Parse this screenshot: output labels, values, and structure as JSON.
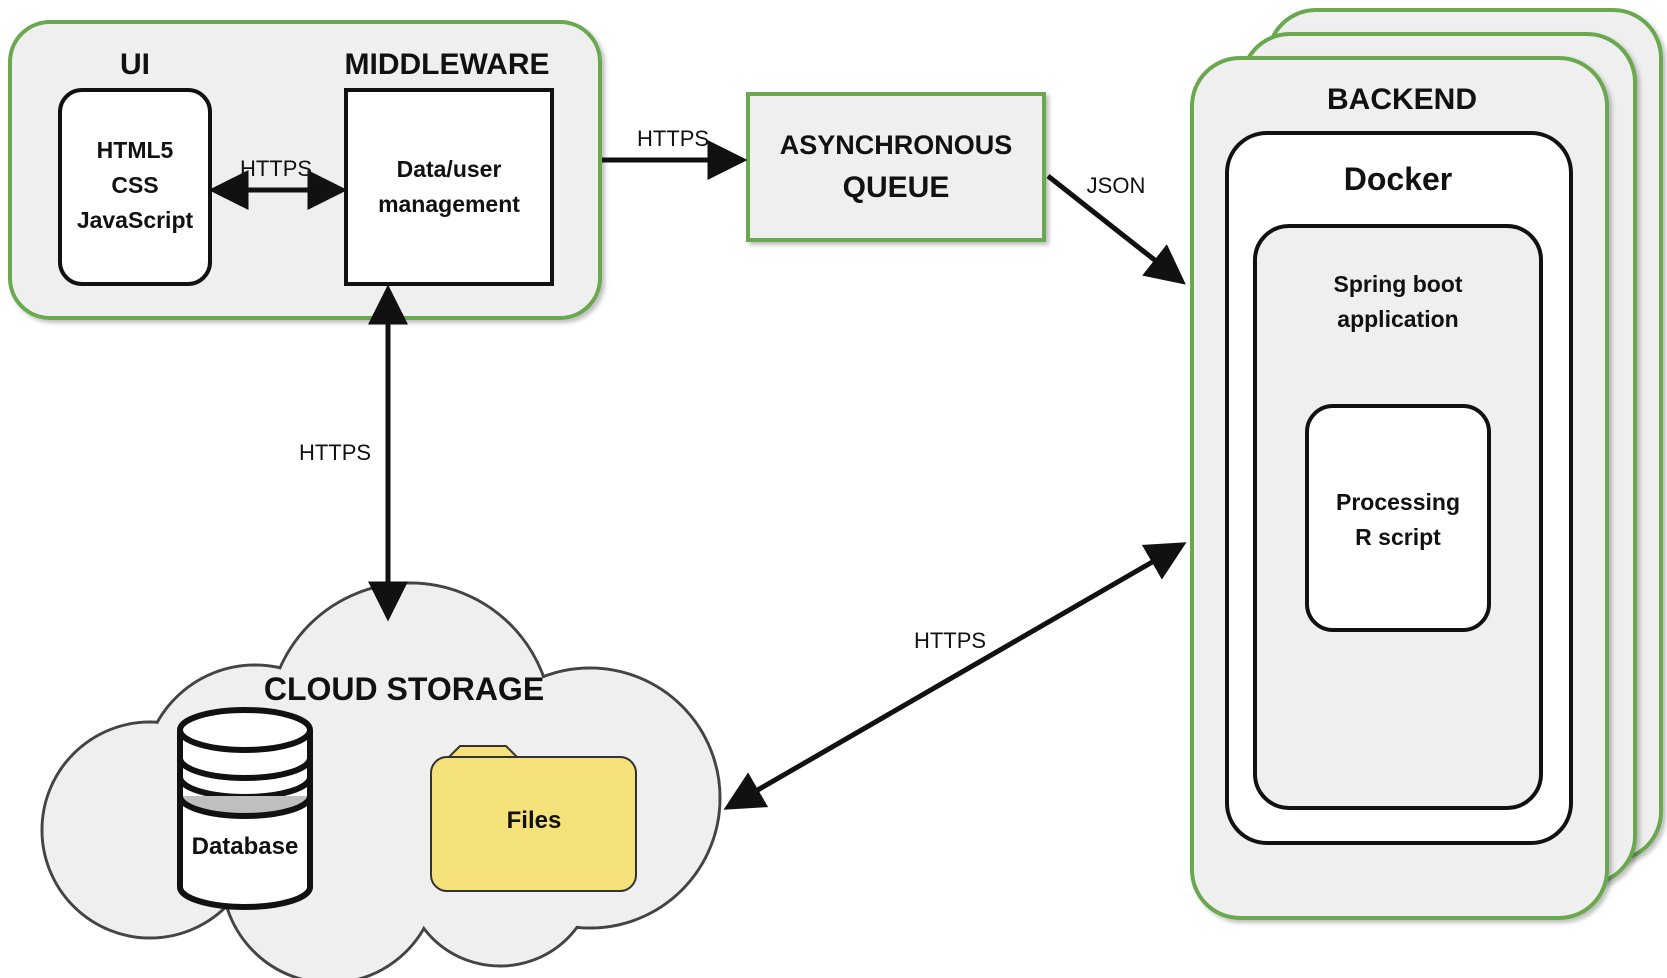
{
  "ui_group": {
    "ui_title": "UI",
    "middleware_title": "MIDDLEWARE",
    "html_box_lines": [
      "HTML5",
      "CSS",
      "JavaScript"
    ],
    "middleware_box_lines": [
      "Data/user",
      "management"
    ],
    "link_label": "HTTPS"
  },
  "queue": {
    "lines": [
      "ASYNCHRONOUS",
      "QUEUE"
    ],
    "in_label": "HTTPS",
    "out_label": "JSON"
  },
  "backend": {
    "title": "BACKEND",
    "docker_title": "Docker",
    "spring_lines": [
      "Spring boot",
      "application"
    ],
    "processing_lines": [
      "Processing",
      "R script"
    ]
  },
  "storage": {
    "title": "CLOUD STORAGE",
    "database_label": "Database",
    "files_label": "Files",
    "middleware_link_label": "HTTPS",
    "backend_link_label": "HTTPS"
  },
  "colors": {
    "group_fill": "#efefef",
    "group_border": "#6aa84f",
    "folder_fill": "#f5e27a",
    "line": "#111111"
  }
}
